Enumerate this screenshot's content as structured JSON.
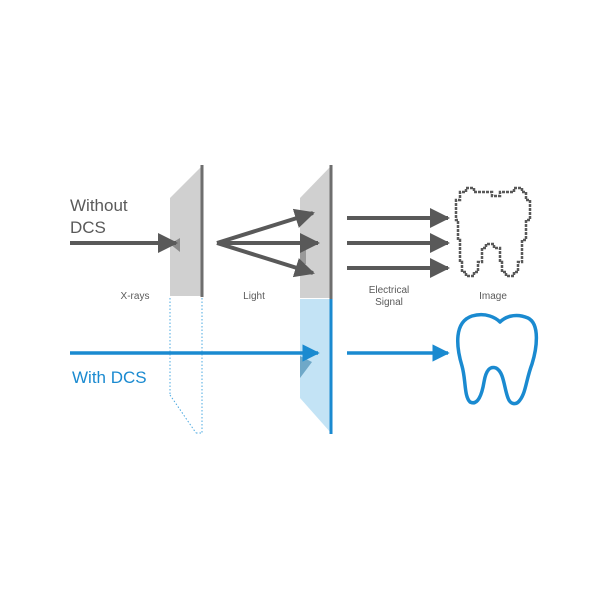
{
  "rows": {
    "without": {
      "label_line1": "Without",
      "label_line2": "DCS"
    },
    "with": {
      "label": "With DCS"
    }
  },
  "stage_labels": {
    "xrays": "X-rays",
    "light": "Light",
    "signal_line1": "Electrical",
    "signal_line2": "Signal",
    "image": "Image"
  },
  "icons": {
    "without_dcs_output": "pixelated-tooth-icon",
    "with_dcs_output": "tooth-icon"
  },
  "colors": {
    "gray_arrow": "#595959",
    "gray_text": "#5a5a5a",
    "gray_panel": "#d0d0d0",
    "gray_panel_edge": "#6e6e6e",
    "blue": "#1a8ad0",
    "blue_panel": "#c3e3f5"
  }
}
